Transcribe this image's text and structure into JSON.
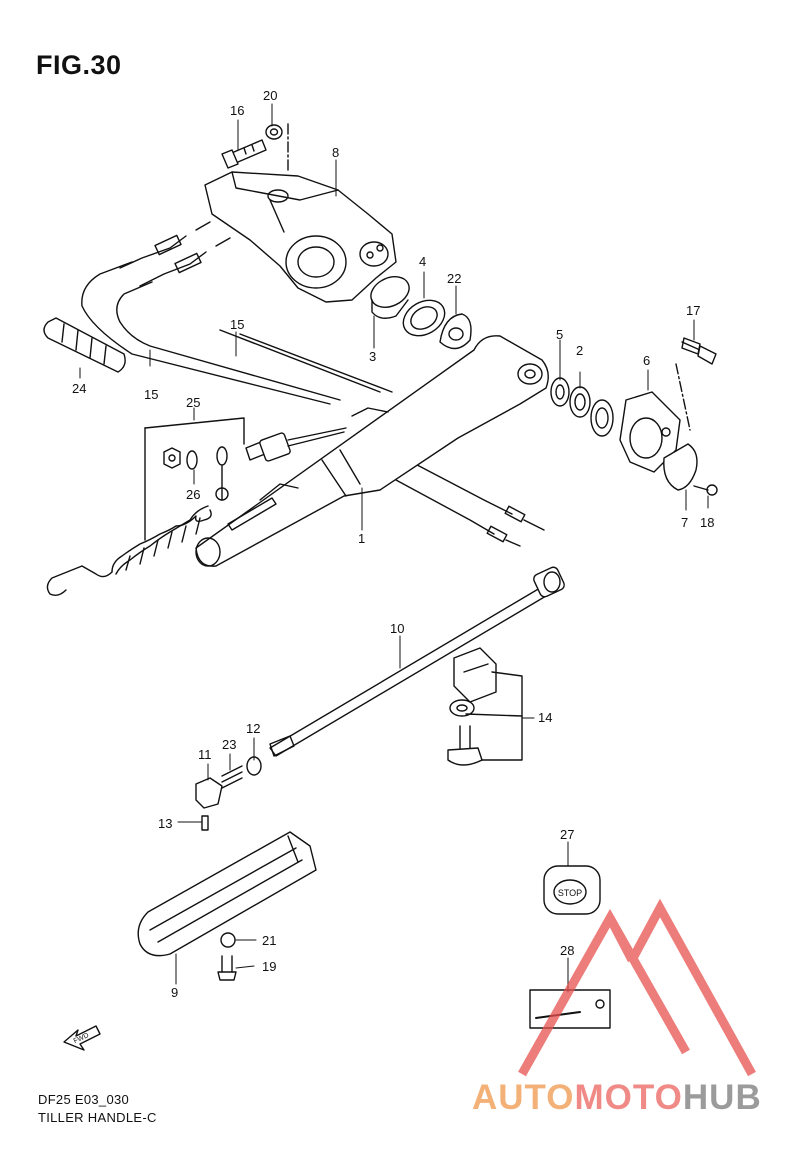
{
  "figure": {
    "title": "FIG.30",
    "model_code": "DF25 E03_030",
    "subtitle": "TILLER HANDLE-C"
  },
  "callouts": {
    "c1": "1",
    "c2": "2",
    "c3": "3",
    "c4": "4",
    "c5": "5",
    "c6": "6",
    "c7": "7",
    "c8": "8",
    "c9": "9",
    "c10": "10",
    "c11": "11",
    "c12": "12",
    "c13": "13",
    "c14": "14",
    "c15a": "15",
    "c15b": "15",
    "c16": "16",
    "c17": "17",
    "c18": "18",
    "c19": "19",
    "c20": "20",
    "c21": "21",
    "c22": "22",
    "c23": "23",
    "c24": "24",
    "c25": "25",
    "c26": "26",
    "c27": "27",
    "c28": "28"
  },
  "labels": {
    "stop_button": "STOP",
    "fwd_arrow": "FWD"
  },
  "watermark": {
    "part1": "AUTO",
    "part2": "MOTO",
    "part3": "HUB",
    "colors": {
      "auto": "#f3b178",
      "moto": "#f08a86",
      "hub": "#9b9b9b",
      "triangle": "#e8524e"
    }
  }
}
